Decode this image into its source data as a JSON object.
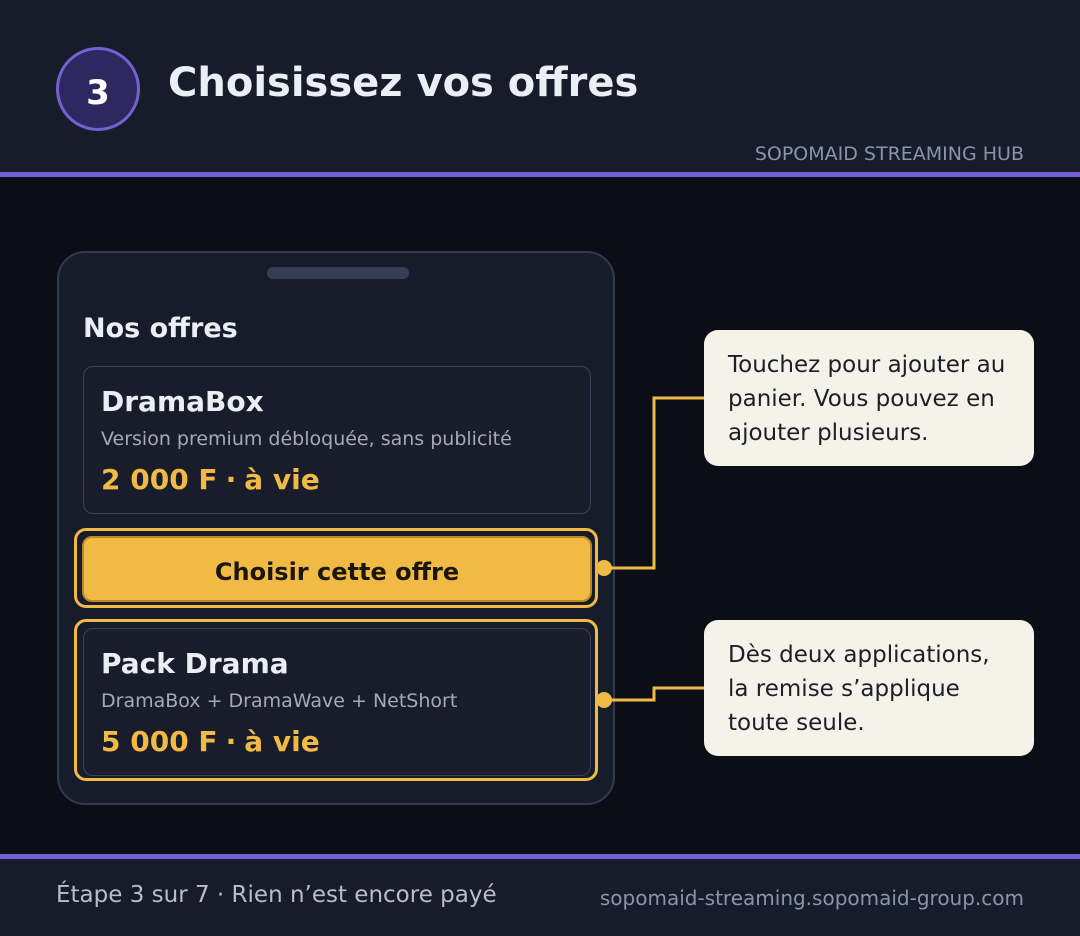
{
  "header": {
    "step_number": "3",
    "title": "Choisissez vos offres",
    "brand": "SOPOMAID STREAMING HUB"
  },
  "phone": {
    "section_title": "Nos offres",
    "offers": [
      {
        "name": "DramaBox",
        "description": "Version premium débloquée, sans publicité",
        "price": "2 000 F",
        "separator": "·",
        "duration": "à vie"
      },
      {
        "name": "Pack Drama",
        "description": "DramaBox + DramaWave + NetShort",
        "price": "5 000 F",
        "separator": "·",
        "duration": "à vie"
      }
    ],
    "choose_button_label": "Choisir cette offre"
  },
  "callouts": [
    {
      "text": "Touchez pour ajouter au panier. Vous pouvez en ajouter plusieurs."
    },
    {
      "text": "Dès deux applications, la remise s’applique toute seule."
    }
  ],
  "footer": {
    "step_text": "Étape 3 sur 7 · Rien n’est encore payé",
    "url": "sopomaid-streaming.sopomaid-group.com"
  },
  "colors": {
    "accent_purple": "#7461d4",
    "accent_gold": "#f0ba44",
    "background": "#0c0e17",
    "panel": "#171c2b",
    "callout_bg": "#f5f2ea"
  }
}
